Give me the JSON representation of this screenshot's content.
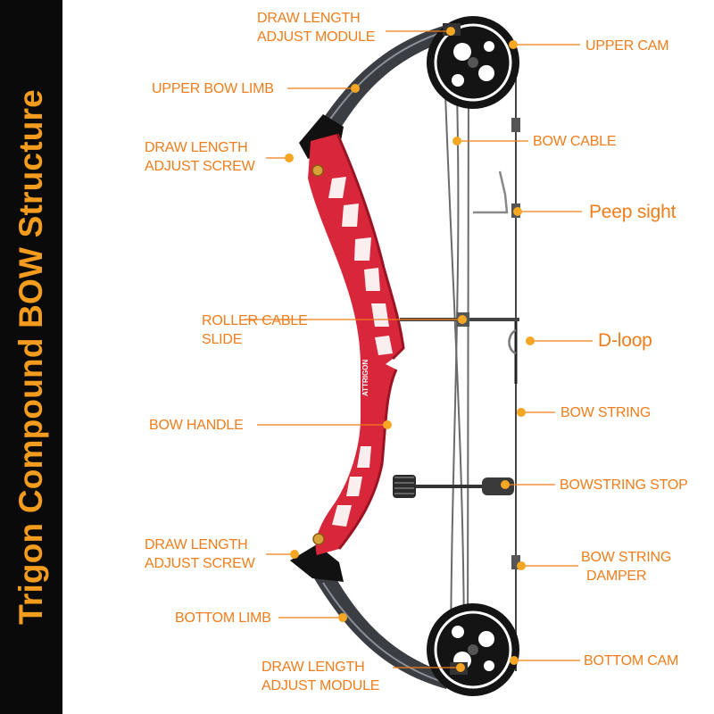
{
  "banner": {
    "title": "Trigon Compound BOW Structure",
    "background": "#0a0a0a",
    "text_color": "#f39c1e"
  },
  "colors": {
    "label": "#f07d1b",
    "dot": "#f5a623",
    "riser": "#d8273a",
    "limb": "#3a3d42",
    "cam": "#141414"
  },
  "labels": {
    "draw_length_module_top": [
      "DRAW LENGTH",
      "ADJUST MODULE"
    ],
    "upper_cam": "UPPER CAM",
    "upper_bow_limb": "UPPER BOW LIMB",
    "bow_cable": "BOW CABLE",
    "draw_length_screw_top": [
      "DRAW LENGTH",
      "ADJUST SCREW"
    ],
    "peep_sight": "Peep sight",
    "roller_cable_slide": [
      "ROLLER CABLE",
      "SLIDE"
    ],
    "d_loop": "D-loop",
    "bow_handle": "BOW HANDLE",
    "bow_string": "BOW STRING",
    "bowstring_stop": "BOWSTRING STOP",
    "draw_length_screw_bottom": [
      "DRAW LENGTH",
      "ADJUST SCREW"
    ],
    "bow_string_damper": [
      "BOW STRING",
      "DAMPER"
    ],
    "bottom_limb": "BOTTOM LIMB",
    "draw_length_module_bottom": [
      "DRAW LENGTH",
      "ADJUST MODULE"
    ],
    "bottom_cam": "BOTTOM CAM"
  },
  "riser_logo": "ATTRIGON"
}
